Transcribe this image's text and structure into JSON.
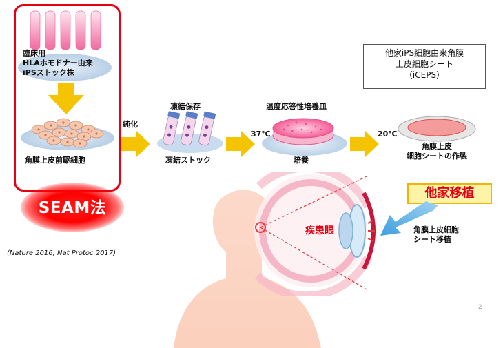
{
  "hla_stock_label": [
    "臨床用",
    "HLAホモドナー由来",
    "iPSストック株"
  ],
  "progenitor_label": "角膜上皮前駆細胞",
  "seam_label": "SEAM法",
  "citation": "(Nature 2016, Nat Protoc 2017)",
  "purification_label": "純化",
  "cryo_title": "凍結保存",
  "cryo_stock_label": "凍結ストック",
  "dish_title": "温度応答性培養皿",
  "temp_37": "37℃",
  "culture_label": "培養",
  "temp_20": "20℃",
  "sheet_fabrication_label": [
    "角膜上皮",
    "細胞シートの作製"
  ],
  "iceps_box": [
    "他家iPS細胞由来角膜",
    "上皮細胞シート",
    "（iCEPS）"
  ],
  "allograft_label": "他家移植",
  "transplant_label": [
    "角膜上皮細胞",
    "シート移植"
  ],
  "diseased_eye_label": "疾患眼",
  "page_number": "2",
  "colors": {
    "accent_red": "#e60012",
    "arrow_yellow": "#f5c400",
    "arrow_blue": "#5bb4e8",
    "cell_pink": "#f2a7b8",
    "dish_blue": "#c9dbee",
    "skin": "#fbd4c3"
  }
}
